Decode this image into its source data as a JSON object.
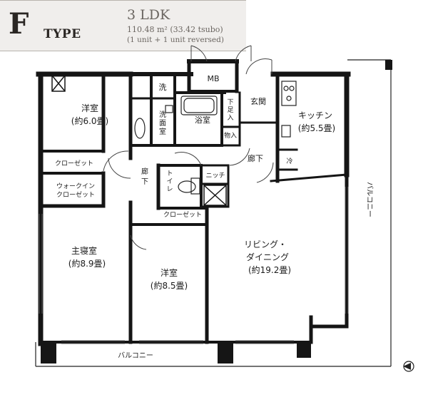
{
  "header": {
    "type_letter": "F",
    "type_word": "TYPE",
    "layout": "3 LDK",
    "area": "110.48 m² (33.42 tsubo)",
    "units_note": "(1 unit + 1 unit reversed)"
  },
  "rooms": {
    "western_room_1": {
      "name": "洋室",
      "size": "(約6.0畳)"
    },
    "closet_1": "クローゼット",
    "walk_in_closet_line1": "ウォークイン",
    "walk_in_closet_line2": "クローゼット",
    "master_bedroom": {
      "name": "主寝室",
      "size": "(約8.9畳)"
    },
    "washer": "洗",
    "powder_room_line1": "洗",
    "powder_room_line2": "面",
    "powder_room_line3": "室",
    "bath": "浴室",
    "mb": "MB",
    "shoe_storage_line1": "下",
    "shoe_storage_line2": "足",
    "shoe_storage_line3": "入",
    "storage": "物入",
    "entrance": "玄関",
    "kitchen": {
      "name": "キッチン",
      "size": "(約5.5畳)"
    },
    "fridge": "冷",
    "hall_right": "廊下",
    "hall_left_line1": "廊",
    "hall_left_line2": "下",
    "toilet_line1": "ト",
    "toilet_line2": "イ",
    "toilet_line3": "レ",
    "niche": "ニッチ",
    "closet_2": "クローゼット",
    "western_room_2": {
      "name": "洋室",
      "size": "(約8.5畳)"
    },
    "living_dining_line1": "リビング・",
    "living_dining_line2": "ダイニング",
    "living_dining_size": "(約19.2畳)",
    "balcony_right": "バルコニー",
    "balcony_bottom": "バルコニー"
  },
  "colors": {
    "wall": "#151515",
    "header_bg": "#f0eeec",
    "text": "#1c1c1c"
  }
}
